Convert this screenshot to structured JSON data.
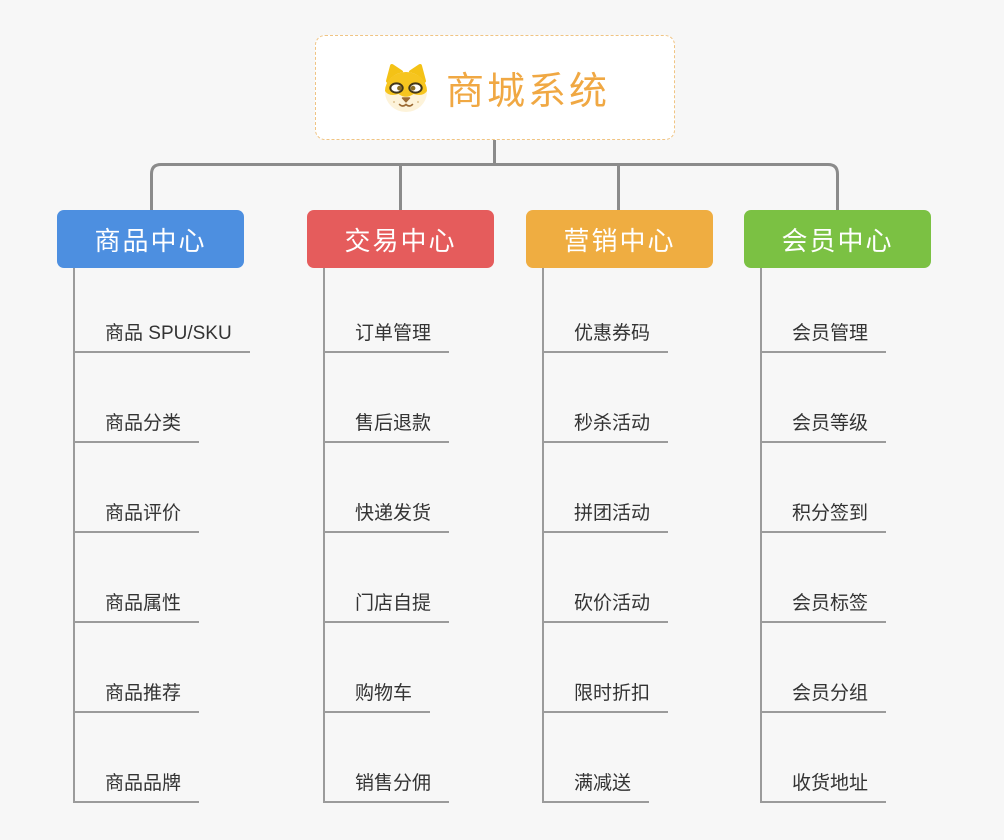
{
  "root": {
    "title": "商城系统",
    "icon": "dog-icon",
    "title_color": "#f0a843",
    "border_color": "#f0c483"
  },
  "connector_color": "#8b8b8b",
  "leaf_line_color": "#9b9b9b",
  "branches": [
    {
      "id": "product-center",
      "label": "商品中心",
      "color": "#4d8fe0",
      "items": [
        "商品 SPU/SKU",
        "商品分类",
        "商品评价",
        "商品属性",
        "商品推荐",
        "商品品牌"
      ]
    },
    {
      "id": "trade-center",
      "label": "交易中心",
      "color": "#e55c5c",
      "items": [
        "订单管理",
        "售后退款",
        "快递发货",
        "门店自提",
        "购物车",
        "销售分佣"
      ]
    },
    {
      "id": "marketing-center",
      "label": "营销中心",
      "color": "#efad41",
      "items": [
        "优惠券码",
        "秒杀活动",
        "拼团活动",
        "砍价活动",
        "限时折扣",
        "满减送"
      ]
    },
    {
      "id": "member-center",
      "label": "会员中心",
      "color": "#7bc143",
      "items": [
        "会员管理",
        "会员等级",
        "积分签到",
        "会员标签",
        "会员分组",
        "收货地址"
      ]
    }
  ]
}
